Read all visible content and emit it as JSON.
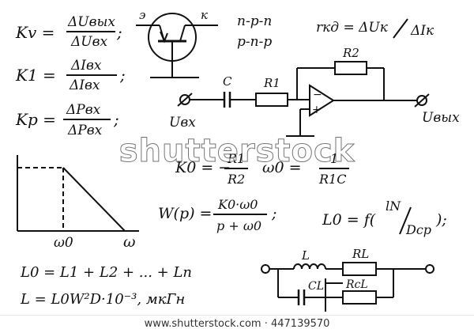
{
  "formulas": {
    "kv_lhs": "Kv =",
    "kv_num": "ΔUвых",
    "kv_den": "ΔUвх",
    "k1_lhs": "K1 =",
    "k1_num": "ΔIвх",
    "k1_den": "ΔIвх",
    "kp_lhs": "Kp =",
    "kp_num": "ΔPвх",
    "kp_den": "ΔPвх",
    "semicolon": ";",
    "npn": "n-p-n",
    "pnp": "p-n-p",
    "rkd_lhs": "rкд = ΔUк",
    "rkd_den": "ΔIк",
    "k0_lhs": "K0 = −",
    "k0_num": "R1",
    "k0_den": "R2",
    "w0_lhs": "ω0 =",
    "w0_num": "1",
    "w0_den": "R1C",
    "wp_lhs": "W(p) =",
    "wp_num": "K0·ω0",
    "wp_den": "p + ω0",
    "l0_lhs": "L0 = f(",
    "l0_num": "lN",
    "l0_den": "Dcp",
    "l0_tail": ");",
    "lsum": "L0 = L1 + L2 + ... + Ln",
    "lfinal": "L = L0W²D·10⁻³, мкГн"
  },
  "labels": {
    "emitter": "э",
    "collector": "к",
    "cap": "C",
    "r1": "R1",
    "r2": "R2",
    "uin": "Uвх",
    "uout": "Uвых",
    "minus": "−",
    "plus": "+",
    "ind": "L",
    "rl": "RL",
    "cl": "CL",
    "rcl": "RcL",
    "w0_tick": "ω0",
    "w_axis": "ω"
  },
  "watermark": "shutterstock",
  "footer": "www.shutterstock.com · 447139570"
}
